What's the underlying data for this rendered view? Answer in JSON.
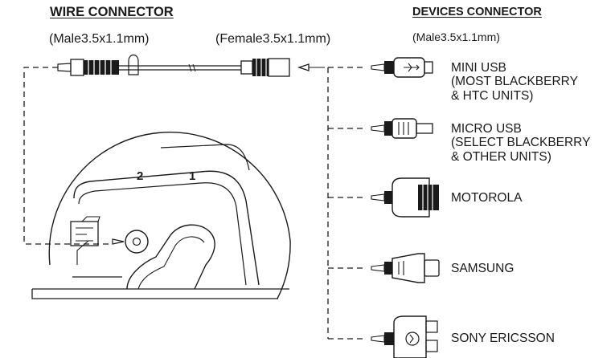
{
  "wire_connector": {
    "title": "WIRE CONNECTOR",
    "male_spec": "(Male3.5x1.1mm)",
    "female_spec": "(Female3.5x1.1mm)"
  },
  "devices_connector": {
    "title": "DEVICES CONNECTOR",
    "spec": "(Male3.5x1.1mm)"
  },
  "devices": [
    {
      "line1": "MINI USB",
      "line2": "(MOST BLACKBERRY",
      "line3": "& HTC UNITS)"
    },
    {
      "line1": "MICRO USB",
      "line2": "(SELECT BLACKBERRY",
      "line3": "& OTHER UNITS)"
    },
    {
      "line1": "MOTOROLA"
    },
    {
      "line1": "SAMSUNG"
    },
    {
      "line1": "SONY ERICSSON"
    }
  ],
  "ports": {
    "port_2": "2",
    "port_1": "1"
  }
}
